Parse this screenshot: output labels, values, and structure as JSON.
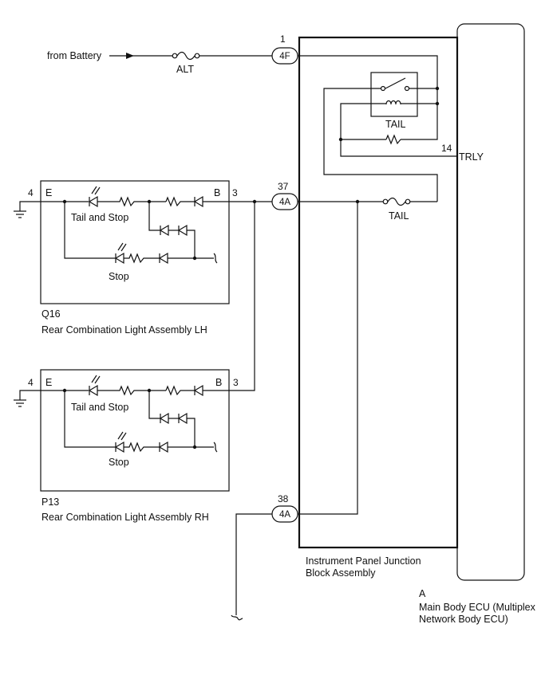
{
  "supply": {
    "label": "from Battery",
    "fuse": "ALT"
  },
  "junction_block": {
    "name": "Instrument Panel Junction Block Assembly",
    "name_line1": "Instrument Panel Junction",
    "name_line2": "Block Assembly",
    "relay_label": "TAIL",
    "fuse_label": "TAIL",
    "connectors": [
      {
        "pin": "1",
        "code": "4F"
      },
      {
        "pin": "37",
        "code": "4A"
      },
      {
        "pin": "38",
        "code": "4A"
      }
    ]
  },
  "ecu": {
    "code": "A",
    "name_line1": "Main Body ECU (Multiplex",
    "name_line2": "Network Body ECU)",
    "pin": "14",
    "terminal": "TRLY"
  },
  "lamps": [
    {
      "code": "Q16",
      "name": "Rear Combination Light Assembly LH",
      "pin_e": "4",
      "term_e": "E",
      "pin_b": "3",
      "term_b": "B",
      "tail_label": "Tail and Stop",
      "stop_label": "Stop"
    },
    {
      "code": "P13",
      "name": "Rear Combination Light Assembly RH",
      "pin_e": "4",
      "term_e": "E",
      "pin_b": "3",
      "term_b": "B",
      "tail_label": "Tail and Stop",
      "stop_label": "Stop"
    }
  ]
}
